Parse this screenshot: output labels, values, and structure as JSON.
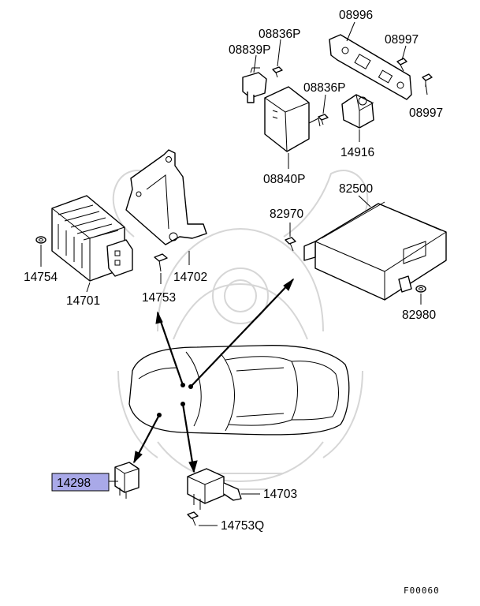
{
  "parts": {
    "p08996": "08996",
    "p08836P_top": "08836P",
    "p08839P": "08839P",
    "p08997_top": "08997",
    "p08836P_mid": "08836P",
    "p08997_bot": "08997",
    "p08840P": "08840P",
    "p14916": "14916",
    "p82500": "82500",
    "p82970": "82970",
    "p82980": "82980",
    "p14754": "14754",
    "p14701": "14701",
    "p14753": "14753",
    "p14702": "14702",
    "p14298": "14298",
    "p14703": "14703",
    "p14753Q": "14753Q"
  },
  "highlight": {
    "part": "14298",
    "color": "#a9a9e8"
  },
  "figure_code": "F00060",
  "icons": {
    "watermark": "samurai-helmet-watermark",
    "vehicle": "sedan-car-outline"
  }
}
